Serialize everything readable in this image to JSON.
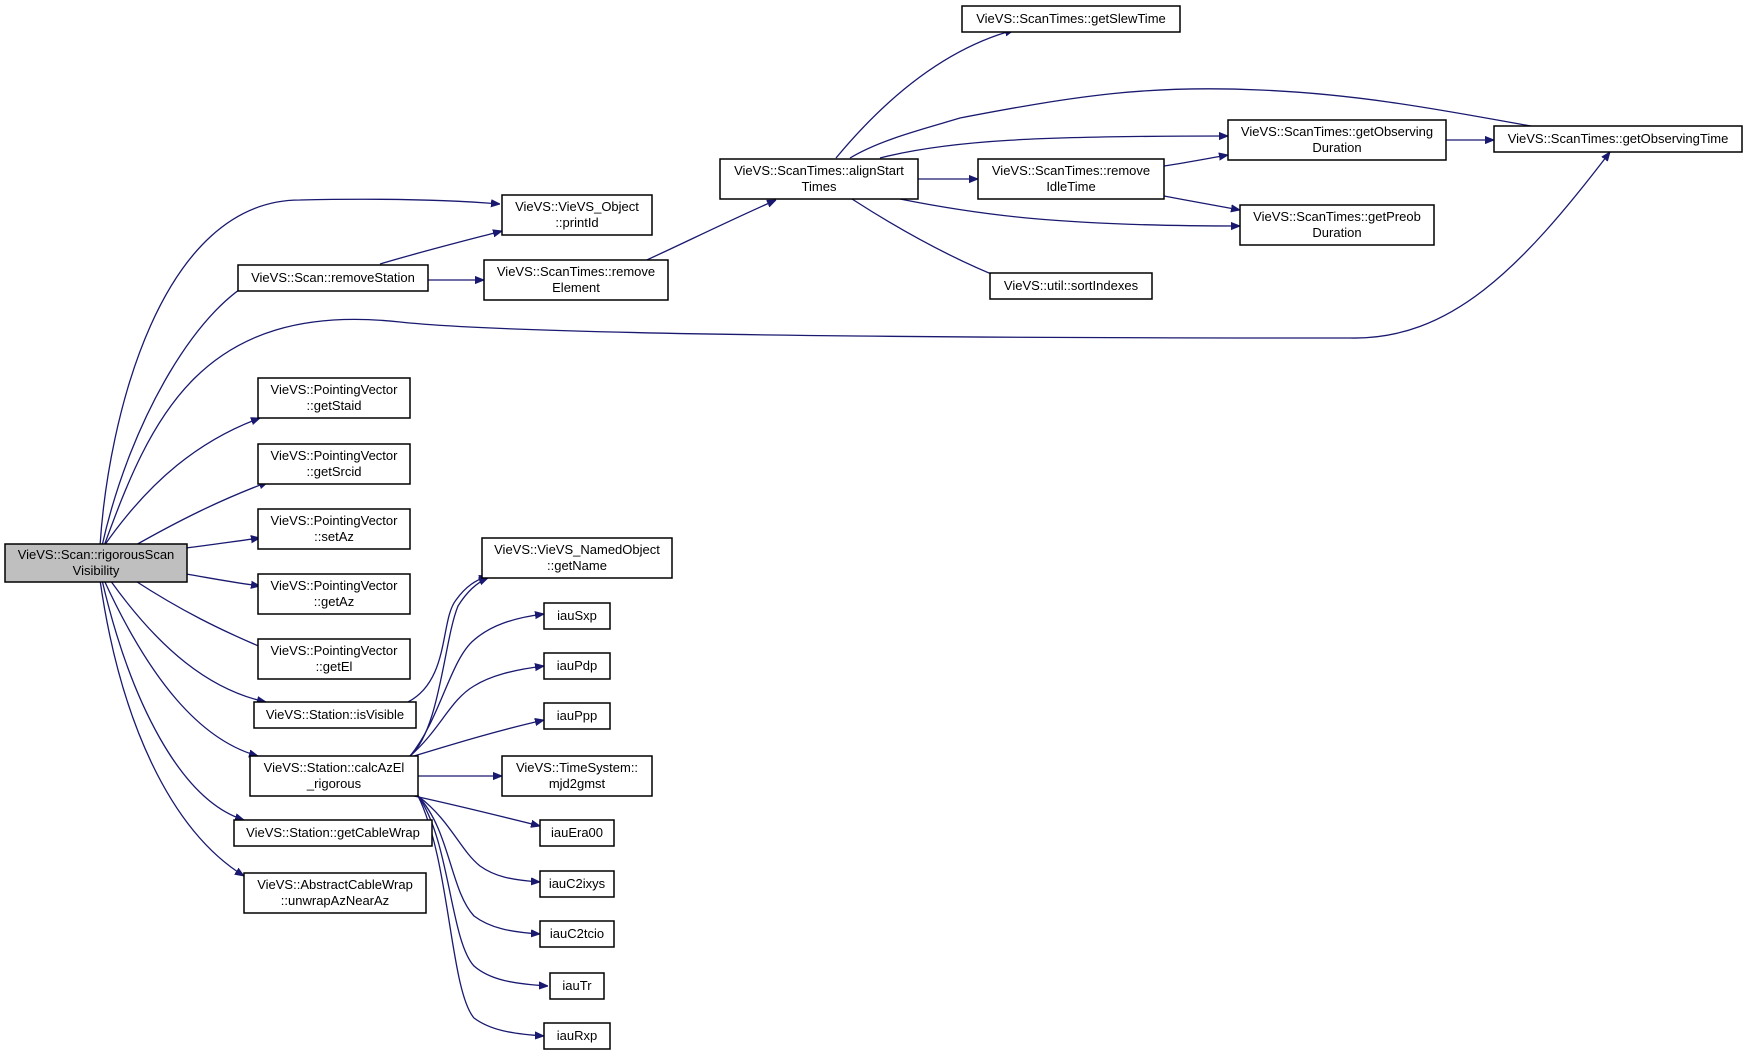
{
  "nodes": {
    "rigorousScanVisibility": {
      "lines": [
        "VieVS::Scan::rigorousScan",
        "Visibility"
      ],
      "root": true
    },
    "removeStation": {
      "lines": [
        "VieVS::Scan::removeStation"
      ]
    },
    "printId": {
      "lines": [
        "VieVS::VieVS_Object",
        "::printId"
      ]
    },
    "removeElement": {
      "lines": [
        "VieVS::ScanTimes::remove",
        "Element"
      ]
    },
    "alignStartTimes": {
      "lines": [
        "VieVS::ScanTimes::alignStart",
        "Times"
      ]
    },
    "getSlewTime": {
      "lines": [
        "VieVS::ScanTimes::getSlewTime"
      ]
    },
    "getObservingDuration": {
      "lines": [
        "VieVS::ScanTimes::getObserving",
        "Duration"
      ]
    },
    "getObservingTime": {
      "lines": [
        "VieVS::ScanTimes::getObservingTime"
      ]
    },
    "removeIdleTime": {
      "lines": [
        "VieVS::ScanTimes::remove",
        "IdleTime"
      ]
    },
    "getPreobDuration": {
      "lines": [
        "VieVS::ScanTimes::getPreob",
        "Duration"
      ]
    },
    "sortIndexes": {
      "lines": [
        "VieVS::util::sortIndexes"
      ]
    },
    "getStaid": {
      "lines": [
        "VieVS::PointingVector",
        "::getStaid"
      ]
    },
    "getSrcid": {
      "lines": [
        "VieVS::PointingVector",
        "::getSrcid"
      ]
    },
    "setAz": {
      "lines": [
        "VieVS::PointingVector",
        "::setAz"
      ]
    },
    "getAz": {
      "lines": [
        "VieVS::PointingVector",
        "::getAz"
      ]
    },
    "getEl": {
      "lines": [
        "VieVS::PointingVector",
        "::getEl"
      ]
    },
    "isVisible": {
      "lines": [
        "VieVS::Station::isVisible"
      ]
    },
    "calcAzElRigorous": {
      "lines": [
        "VieVS::Station::calcAzEl",
        "_rigorous"
      ]
    },
    "getCableWrap": {
      "lines": [
        "VieVS::Station::getCableWrap"
      ]
    },
    "unwrapAzNearAz": {
      "lines": [
        "VieVS::AbstractCableWrap",
        "::unwrapAzNearAz"
      ]
    },
    "getName": {
      "lines": [
        "VieVS::VieVS_NamedObject",
        "::getName"
      ]
    },
    "iauSxp": {
      "lines": [
        "iauSxp"
      ]
    },
    "iauPdp": {
      "lines": [
        "iauPdp"
      ]
    },
    "iauPpp": {
      "lines": [
        "iauPpp"
      ]
    },
    "mjd2gmst": {
      "lines": [
        "VieVS::TimeSystem::",
        "mjd2gmst"
      ]
    },
    "iauEra00": {
      "lines": [
        "iauEra00"
      ]
    },
    "iauC2ixys": {
      "lines": [
        "iauC2ixys"
      ]
    },
    "iauC2tcio": {
      "lines": [
        "iauC2tcio"
      ]
    },
    "iauTr": {
      "lines": [
        "iauTr"
      ]
    },
    "iauRxp": {
      "lines": [
        "iauRxp"
      ]
    }
  },
  "edges": [
    [
      "rigorousScanVisibility",
      "printId"
    ],
    [
      "rigorousScanVisibility",
      "removeStation"
    ],
    [
      "rigorousScanVisibility",
      "getObservingTime"
    ],
    [
      "rigorousScanVisibility",
      "getStaid"
    ],
    [
      "rigorousScanVisibility",
      "getSrcid"
    ],
    [
      "rigorousScanVisibility",
      "setAz"
    ],
    [
      "rigorousScanVisibility",
      "getAz"
    ],
    [
      "rigorousScanVisibility",
      "getEl"
    ],
    [
      "rigorousScanVisibility",
      "isVisible"
    ],
    [
      "rigorousScanVisibility",
      "calcAzElRigorous"
    ],
    [
      "rigorousScanVisibility",
      "getCableWrap"
    ],
    [
      "rigorousScanVisibility",
      "unwrapAzNearAz"
    ],
    [
      "removeStation",
      "printId"
    ],
    [
      "removeStation",
      "removeElement"
    ],
    [
      "removeElement",
      "alignStartTimes"
    ],
    [
      "alignStartTimes",
      "getSlewTime"
    ],
    [
      "alignStartTimes",
      "getObservingTime"
    ],
    [
      "alignStartTimes",
      "getObservingDuration"
    ],
    [
      "alignStartTimes",
      "removeIdleTime"
    ],
    [
      "alignStartTimes",
      "getPreobDuration"
    ],
    [
      "alignStartTimes",
      "sortIndexes"
    ],
    [
      "removeIdleTime",
      "getObservingDuration"
    ],
    [
      "removeIdleTime",
      "getPreobDuration"
    ],
    [
      "getObservingDuration",
      "getObservingTime"
    ],
    [
      "isVisible",
      "getName"
    ],
    [
      "calcAzElRigorous",
      "getName"
    ],
    [
      "calcAzElRigorous",
      "iauSxp"
    ],
    [
      "calcAzElRigorous",
      "iauPdp"
    ],
    [
      "calcAzElRigorous",
      "iauPpp"
    ],
    [
      "calcAzElRigorous",
      "mjd2gmst"
    ],
    [
      "calcAzElRigorous",
      "iauEra00"
    ],
    [
      "calcAzElRigorous",
      "iauC2ixys"
    ],
    [
      "calcAzElRigorous",
      "iauC2tcio"
    ],
    [
      "calcAzElRigorous",
      "iauTr"
    ],
    [
      "calcAzElRigorous",
      "iauRxp"
    ]
  ],
  "colors": {
    "edge": "#191970",
    "node_border": "#000000",
    "node_fill": "#ffffff",
    "root_fill": "#bfbfbf"
  }
}
